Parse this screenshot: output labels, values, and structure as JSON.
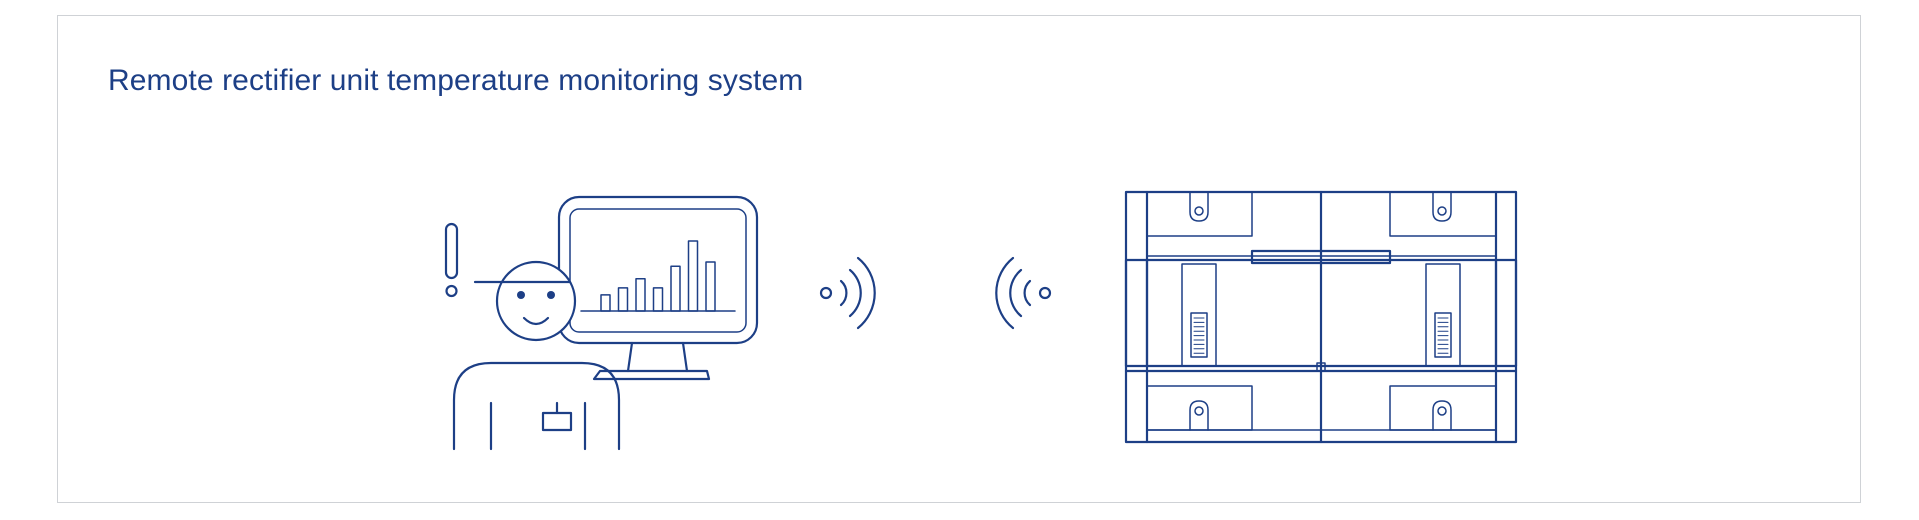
{
  "diagram": {
    "title": "Remote rectifier unit temperature monitoring system",
    "monitor_bars": [
      0.23,
      0.33,
      0.46,
      0.33,
      0.64,
      1.0,
      0.7
    ],
    "accent_color": "#1d3f86",
    "border_color": "#cfd2d6",
    "icons": [
      "alert-exclamation-icon",
      "operator-person-icon",
      "monitor-bar-chart-icon",
      "wireless-signal-out-icon",
      "wireless-signal-in-icon",
      "rectifier-cabinet-icon"
    ]
  }
}
